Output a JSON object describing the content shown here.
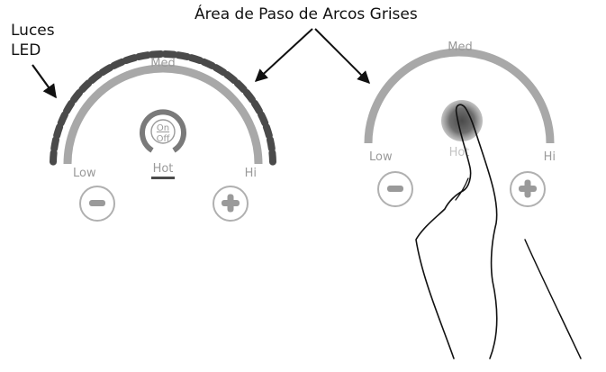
{
  "callouts": {
    "led_lights_line1": "Luces",
    "led_lights_line2": "LED",
    "gray_arc_area": "Área de Paso de Arcos Grises"
  },
  "left_control": {
    "top_label": "Med",
    "low_label": "Low",
    "high_label": "Hi",
    "center_label": "Hot",
    "power_top": "On",
    "power_bottom": "Off",
    "minus_symbol": "−",
    "plus_symbol": "+",
    "led_segment_count": 26
  },
  "right_control": {
    "top_label": "Med",
    "low_label": "Low",
    "high_label": "Hi",
    "center_label": "Hot",
    "minus_symbol": "−",
    "plus_symbol": "+"
  },
  "colors": {
    "led": "#4a4a4a",
    "arc": "#a8a8a8",
    "label": "#9a9a9a",
    "line": "#111111",
    "touch_spot": "#6b6b6b"
  }
}
